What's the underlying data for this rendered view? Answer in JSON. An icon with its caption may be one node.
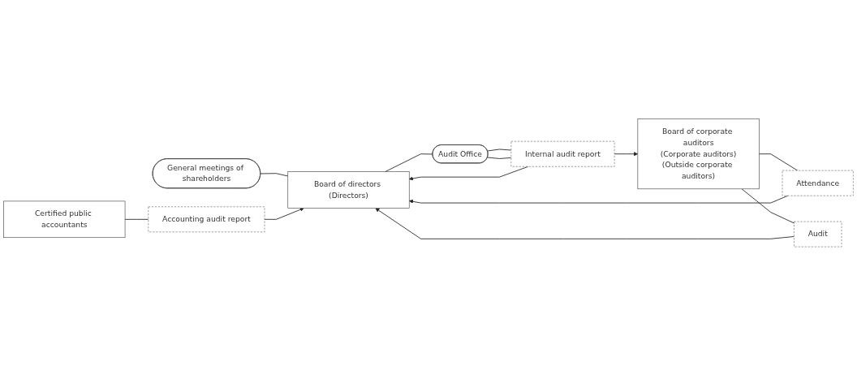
{
  "diagram": {
    "nodes": [
      {
        "text": [
          "General meetings of shareholders"
        ]
      },
      {
        "text": [
          "Board of corporate auditors",
          "(Corporate auditors)",
          "(Outside corporate auditors)"
        ]
      },
      {
        "text": [
          "Attendance"
        ]
      },
      {
        "text": [
          "Board of directors (Directors)"
        ]
      },
      {
        "text": [
          "Accounting audit report"
        ]
      },
      {
        "text": [
          "Certified public accountants"
        ]
      },
      {
        "text": [
          "Audit"
        ]
      },
      {
        "text": [
          "Internal audit report"
        ]
      },
      {
        "text": [
          "Audit Office"
        ]
      }
    ],
    "edges": [
      {
        "from": 0,
        "to": 3,
        "arrow": "none"
      },
      {
        "from": 1,
        "to": 2,
        "arrow": "none"
      },
      {
        "from": 2,
        "to": 3,
        "arrow": "to"
      },
      {
        "from": 1,
        "to": 6,
        "arrow": "none"
      },
      {
        "from": 6,
        "to": 3,
        "arrow": "to"
      },
      {
        "from": 5,
        "to": 4,
        "arrow": "none"
      },
      {
        "from": 4,
        "to": 3,
        "arrow": "to"
      },
      {
        "from": 8,
        "to": 7,
        "arrow": "none"
      },
      {
        "from": 7,
        "to": 1,
        "arrow": "to"
      },
      {
        "from": 8,
        "to": 7,
        "arrow": "none"
      },
      {
        "from": 7,
        "to": 3,
        "arrow": "to"
      },
      {
        "from": 3,
        "to": 8,
        "arrow": "none"
      }
    ]
  }
}
